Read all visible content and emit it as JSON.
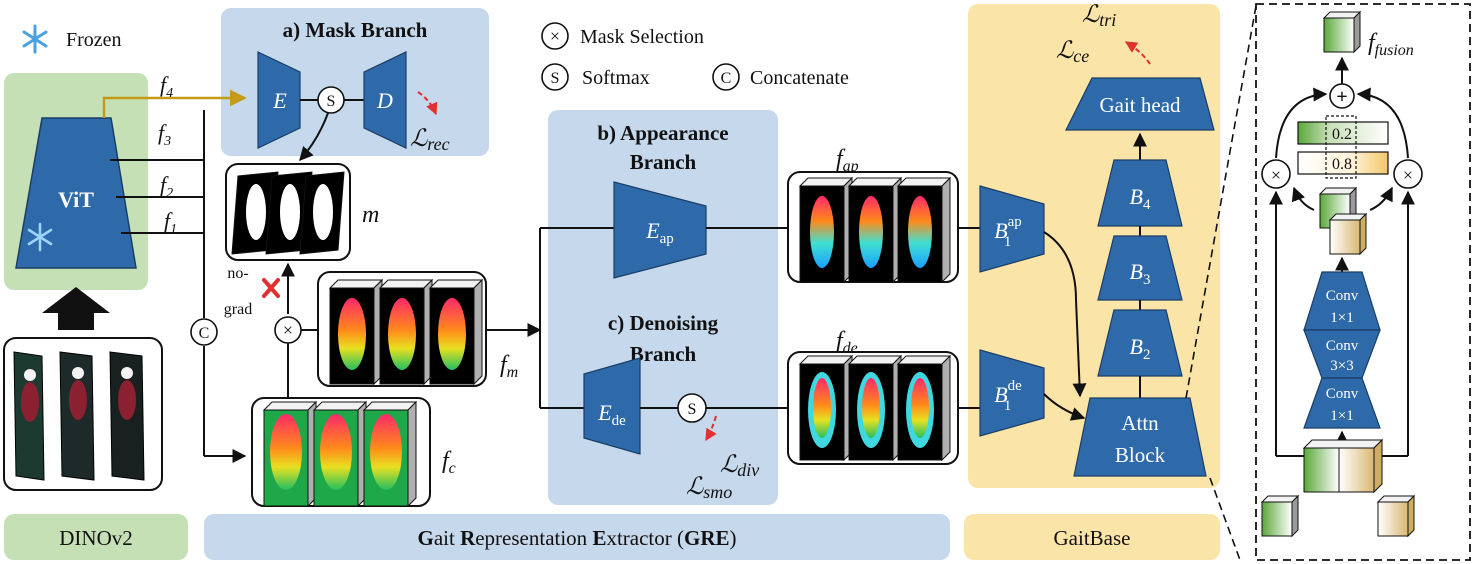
{
  "legend": {
    "frozen": "Frozen",
    "mask_selection": "Mask Selection",
    "softmax": "Softmax",
    "concatenate": "Concatenate",
    "times_symbol": "×",
    "s_symbol": "S",
    "c_symbol": "C",
    "plus_symbol": "+"
  },
  "backbone": {
    "name": "ViT",
    "features": [
      "f",
      "f",
      "f",
      "f"
    ],
    "feature_subs": [
      "1",
      "2",
      "3",
      "4"
    ]
  },
  "mask_branch": {
    "title": "a) Mask Branch",
    "encoder": "E",
    "decoder": "D",
    "loss": "ℒ",
    "loss_sub": "rec",
    "mask_label": "m",
    "no_grad": [
      "no-",
      "grad"
    ]
  },
  "appearance_branch": {
    "title_lines": [
      "b) Appearance",
      "Branch"
    ],
    "encoder": "E",
    "encoder_sub": "ap",
    "feature": "f",
    "feature_sub": "ap"
  },
  "denoising_branch": {
    "title_lines": [
      "c) Denoising",
      "Branch"
    ],
    "encoder": "E",
    "encoder_sub": "de",
    "feature": "f",
    "feature_sub": "de",
    "losses": [
      {
        "symbol": "ℒ",
        "sub": "div"
      },
      {
        "symbol": "ℒ",
        "sub": "smo"
      }
    ]
  },
  "features": {
    "fm": "f",
    "fm_sub": "m",
    "fc": "f",
    "fc_sub": "c"
  },
  "gaitbase": {
    "head": "Gait head",
    "losses": [
      {
        "symbol": "ℒ",
        "sub": "tri"
      },
      {
        "symbol": "ℒ",
        "sub": "ce"
      }
    ],
    "blocks": [
      {
        "name": "B",
        "sub": "4"
      },
      {
        "name": "B",
        "sub": "3"
      },
      {
        "name": "B",
        "sub": "2"
      }
    ],
    "b1_ap": {
      "name": "B",
      "sub": "1",
      "sup": "ap"
    },
    "b1_de": {
      "name": "B",
      "sub": "1",
      "sup": "de"
    },
    "attn_block": [
      "Attn",
      "Block"
    ]
  },
  "attn_detail": {
    "fusion": "f",
    "fusion_sub": "fusion",
    "weights": [
      "0.2",
      "0.8"
    ],
    "convs": [
      [
        "Conv",
        "1×1"
      ],
      [
        "Conv",
        "3×3"
      ],
      [
        "Conv",
        "1×1"
      ]
    ]
  },
  "bottom_labels": {
    "dinov2": "DINOv2",
    "gre": [
      {
        "text": "G",
        "bold": true
      },
      {
        "text": "ait ",
        "bold": false
      },
      {
        "text": "R",
        "bold": true
      },
      {
        "text": "epresentation ",
        "bold": false
      },
      {
        "text": "E",
        "bold": true
      },
      {
        "text": "xtractor (",
        "bold": false
      },
      {
        "text": "GRE",
        "bold": true
      },
      {
        "text": ")",
        "bold": false
      }
    ],
    "gaitbase": "GaitBase"
  },
  "colors": {
    "block_blue": "#2e6aaa",
    "panel_blue": "#c5d8ec",
    "panel_green": "#c6e0b5",
    "panel_yellow": "#fbe4a8",
    "gold_arrow": "#c49a16",
    "loss_red": "#e03030"
  }
}
